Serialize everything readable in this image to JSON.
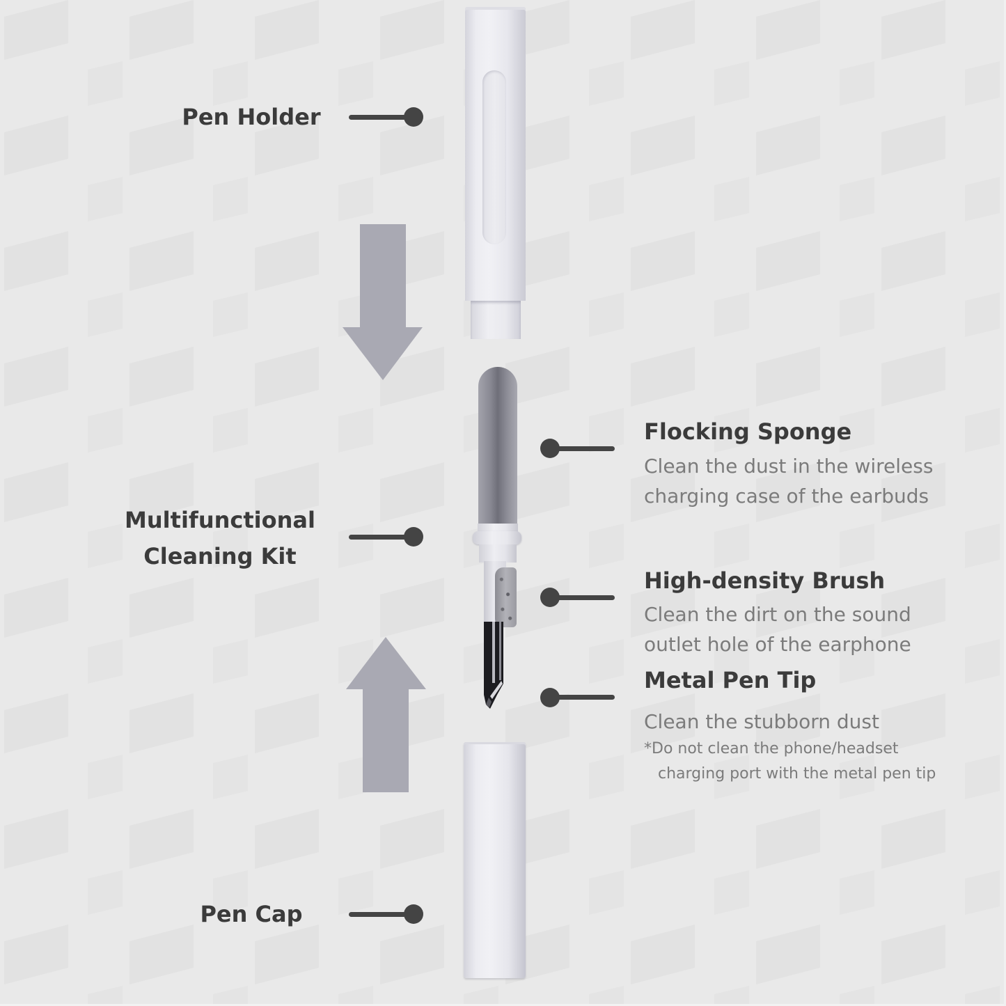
{
  "left_labels": [
    {
      "text": "Pen Holder"
    },
    {
      "lines": [
        "Multifunctional",
        "Cleaning Kit"
      ]
    },
    {
      "text": "Pen Cap"
    }
  ],
  "features": [
    {
      "title": "Flocking Sponge",
      "description": [
        "Clean the dust in the wireless",
        "charging case of the earbuds"
      ]
    },
    {
      "title": "High-density Brush",
      "description": [
        "Clean the dirt on the sound",
        "outlet hole of the earphone"
      ]
    },
    {
      "title": "Metal Pen Tip",
      "description": [
        "Clean the stubborn dust"
      ],
      "note": [
        "*Do not clean the phone/headset",
        "charging port with the metal pen tip"
      ]
    }
  ],
  "icons": {
    "assemble_top": "arrow-down-icon",
    "assemble_bottom": "arrow-up-icon",
    "connector": "connector-dot-icon"
  },
  "colors": {
    "background": "#e8e8e8",
    "heading": "#3b3b3b",
    "body_text": "#7b7b7b",
    "connector": "#444444",
    "arrow": "#a9a9b3",
    "pen_white": "#ececf1",
    "sponge_gray": "#8a8a94"
  }
}
